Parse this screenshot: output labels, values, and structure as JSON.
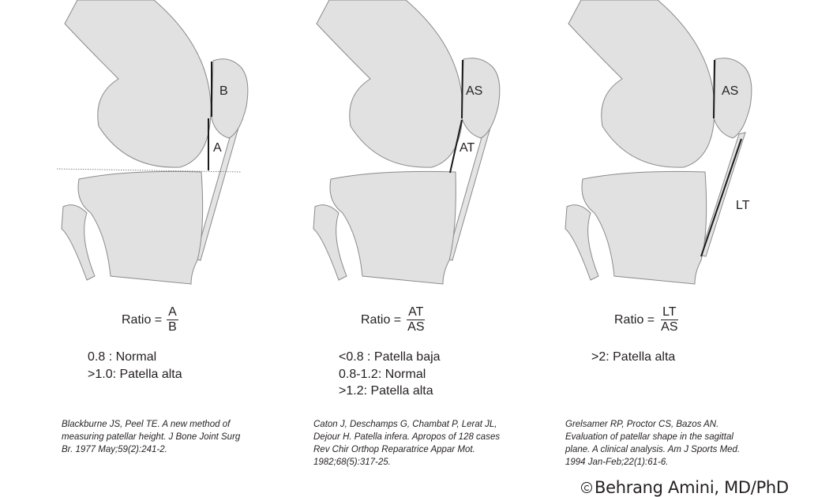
{
  "panels": [
    {
      "labels": [
        "B",
        "A"
      ],
      "ratio_label": "Ratio =",
      "numerator": "A",
      "denominator": "B",
      "criteria": [
        "0.8 : Normal",
        ">1.0: Patella alta"
      ],
      "reference": "Blackburne JS, Peel TE. A new method of measuring patellar height. J Bone Joint Surg Br. 1977 May;59(2):241-2."
    },
    {
      "labels": [
        "AS",
        "AT"
      ],
      "ratio_label": "Ratio =",
      "numerator": "AT",
      "denominator": "AS",
      "criteria": [
        "<0.8 : Patella baja",
        "0.8-1.2: Normal",
        ">1.2: Patella alta"
      ],
      "reference": "Caton J, Deschamps G, Chambat P, Lerat JL, Dejour H. Patella infera. Apropos of 128 cases Rev Chir Orthop Reparatrice Appar Mot. 1982;68(5):317-25."
    },
    {
      "labels": [
        "AS",
        "LT"
      ],
      "ratio_label": "Ratio =",
      "numerator": "LT",
      "denominator": "AS",
      "criteria": [
        ">2: Patella alta"
      ],
      "reference": "Grelsamer RP, Proctor CS, Bazos AN. Evaluation of patellar shape in the sagittal plane. A clinical analysis. Am J Sports Med. 1994 Jan-Feb;22(1):61-6."
    }
  ],
  "credit": "Behrang Amini, MD/PhD"
}
